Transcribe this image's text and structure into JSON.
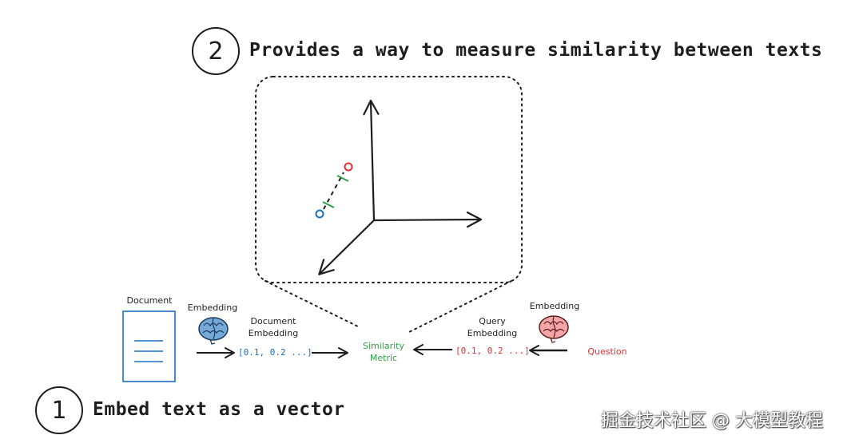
{
  "step2": {
    "number": "2",
    "text": "Provides a way to measure similarity between texts"
  },
  "step1": {
    "number": "1",
    "text": "Embed text as a vector"
  },
  "flow": {
    "document_label": "Document",
    "embedding_left_label": "Embedding",
    "document_embedding_label": [
      "Document",
      "Embedding"
    ],
    "document_vector": "[0.1, 0.2 ...]",
    "similarity_metric_label": [
      "Similarity",
      "Metric"
    ],
    "query_vector": "[0.1, 0.2 ...]",
    "query_embedding_label": [
      "Query",
      "Embedding"
    ],
    "embedding_right_label": "Embedding",
    "question_label": "Question"
  },
  "vector_space": {
    "point_a": "o",
    "point_b": "o"
  },
  "watermark": "掘金技术社区 @ 大模型教程",
  "colors": {
    "ink": "#1e1e1e",
    "document_blue": "#1971c2",
    "query_red": "#e03131",
    "metric_green": "#2f9e44",
    "brain_blue": "#74a9d8",
    "brain_pink": "#f4a6a6"
  },
  "icons": [
    "document-icon",
    "brain-icon-blue",
    "brain-icon-pink",
    "axes-icon",
    "arrow-icon"
  ]
}
